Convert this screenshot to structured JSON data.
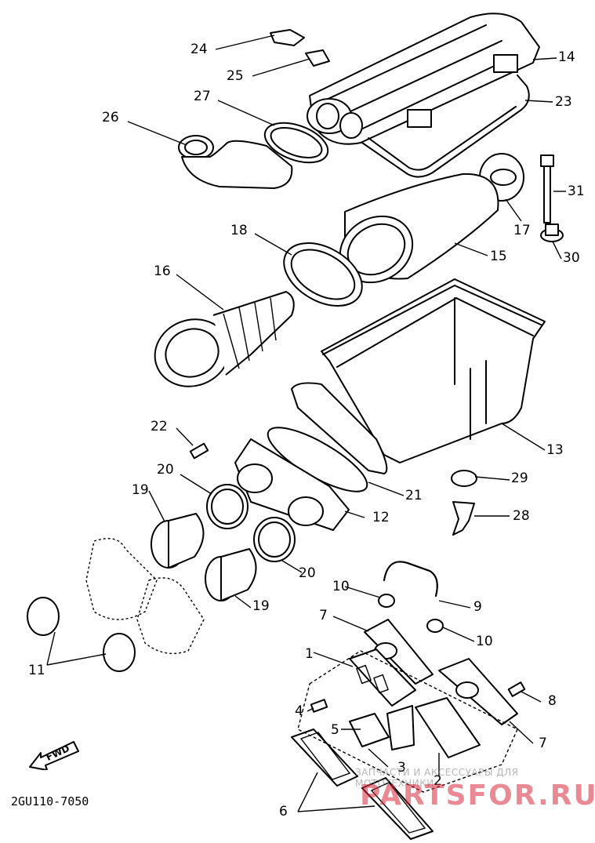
{
  "diagram_code": "2GU110-7050",
  "fwd_label": "FWD",
  "watermark": {
    "tagline": "ЗАПЧАСТИ И АКСЕССУАРЫ ДЛЯ МОТОТЕХНИКИ",
    "site": "PARTSFOR.RU"
  },
  "callouts": {
    "c24": "24",
    "c25": "25",
    "c14": "14",
    "c23": "23",
    "c27": "27",
    "c26": "26",
    "c31": "31",
    "c17": "17",
    "c18": "18",
    "c15": "15",
    "c30": "30",
    "c16": "16",
    "c22": "22",
    "c13": "13",
    "c20a": "20",
    "c29": "29",
    "c19a": "19",
    "c21": "21",
    "c12": "12",
    "c28": "28",
    "c20b": "20",
    "c10a": "10",
    "c9": "9",
    "c19b": "19",
    "c7a": "7",
    "c10b": "10",
    "c1": "1",
    "c11": "11",
    "c8": "8",
    "c4": "4",
    "c7b": "7",
    "c5": "5",
    "c3": "3",
    "c2": "2",
    "c6": "6"
  }
}
